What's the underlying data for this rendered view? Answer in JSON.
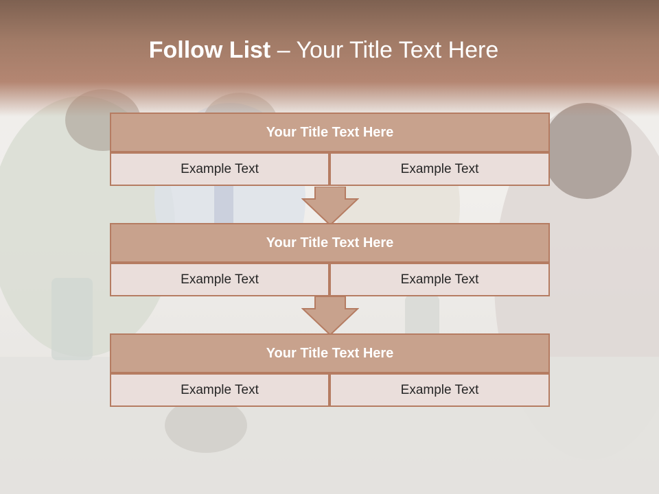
{
  "slide": {
    "title_bold": "Follow List",
    "title_rest": " – Your Title Text Here"
  },
  "steps": [
    {
      "title": "Your Title Text Here",
      "left": "Example Text",
      "right": "Example Text"
    },
    {
      "title": "Your Title Text Here",
      "left": "Example Text",
      "right": "Example Text"
    },
    {
      "title": "Your Title Text Here",
      "left": "Example Text",
      "right": "Example Text"
    }
  ],
  "colors": {
    "header_band": "#a17b67",
    "box_title_fill": "#c8a28d",
    "box_border": "#b57c62",
    "cell_fill": "#eadedb",
    "arrow_fill": "#c8a28d"
  }
}
